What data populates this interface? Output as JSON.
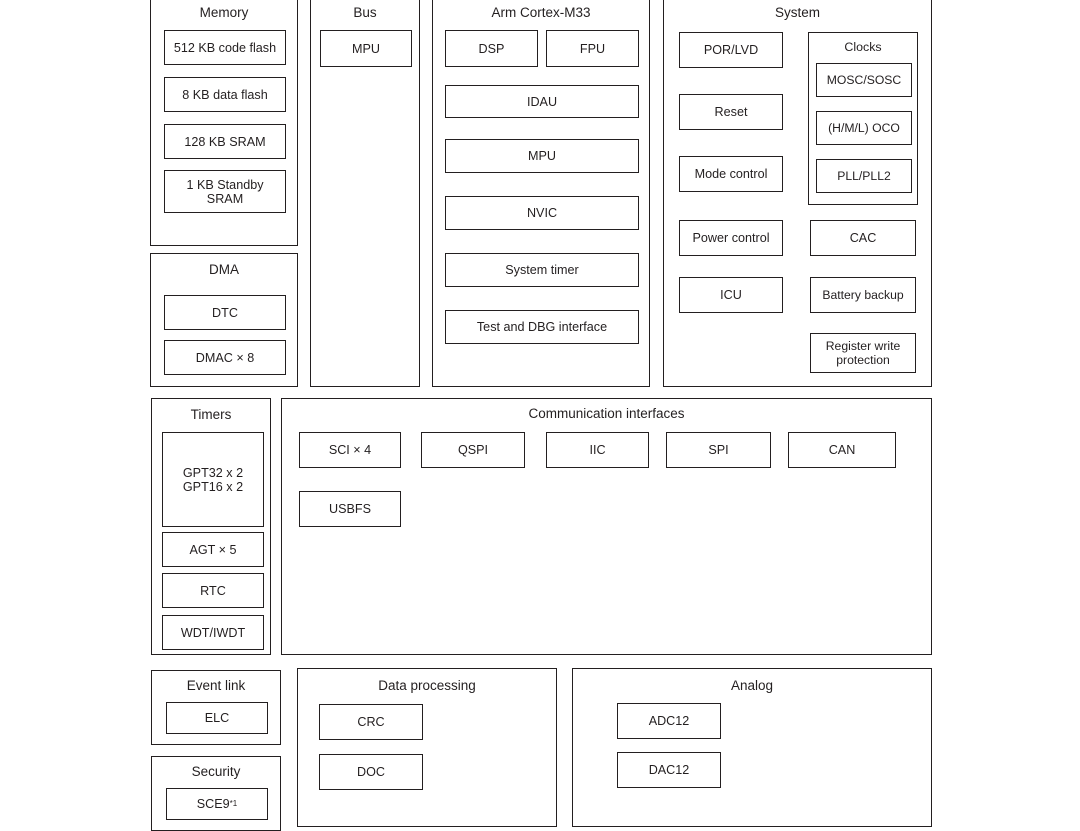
{
  "diagram": {
    "type": "mcu-block-diagram",
    "groups": [
      {
        "id": "memory",
        "title": "Memory",
        "blocks": [
          {
            "id": "code-flash",
            "label": "512 KB code flash"
          },
          {
            "id": "data-flash",
            "label": "8 KB data flash"
          },
          {
            "id": "sram",
            "label": "128 KB SRAM"
          },
          {
            "id": "standby-sram",
            "label": "1 KB Standby\nSRAM"
          }
        ]
      },
      {
        "id": "bus",
        "title": "Bus",
        "blocks": [
          {
            "id": "bus-mpu",
            "label": "MPU"
          }
        ]
      },
      {
        "id": "arm-cortex-m33",
        "title": "Arm Cortex-M33",
        "blocks": [
          {
            "id": "dsp",
            "label": "DSP"
          },
          {
            "id": "fpu",
            "label": "FPU"
          },
          {
            "id": "idau",
            "label": "IDAU"
          },
          {
            "id": "core-mpu",
            "label": "MPU"
          },
          {
            "id": "nvic",
            "label": "NVIC"
          },
          {
            "id": "system-timer",
            "label": "System timer"
          },
          {
            "id": "test-dbg-interface",
            "label": "Test and DBG interface"
          }
        ]
      },
      {
        "id": "system",
        "title": "System",
        "blocks": [
          {
            "id": "por-lvd",
            "label": "POR/LVD"
          },
          {
            "id": "reset",
            "label": "Reset"
          },
          {
            "id": "mode-control",
            "label": "Mode control"
          },
          {
            "id": "power-control",
            "label": "Power control"
          },
          {
            "id": "icu",
            "label": "ICU"
          },
          {
            "id": "cac",
            "label": "CAC"
          },
          {
            "id": "battery-backup",
            "label": "Battery backup"
          },
          {
            "id": "register-write-protection",
            "label": "Register write\nprotection"
          }
        ],
        "subgroups": [
          {
            "id": "clocks",
            "title": "Clocks",
            "blocks": [
              {
                "id": "mosc-sosc",
                "label": "MOSC/SOSC"
              },
              {
                "id": "hml-oco",
                "label": "(H/M/L) OCO"
              },
              {
                "id": "pll-pll2",
                "label": "PLL/PLL2"
              }
            ]
          }
        ]
      },
      {
        "id": "dma",
        "title": "DMA",
        "blocks": [
          {
            "id": "dtc",
            "label": "DTC"
          },
          {
            "id": "dmac",
            "label": "DMAC × 8"
          }
        ]
      },
      {
        "id": "timers",
        "title": "Timers",
        "blocks": [
          {
            "id": "gpt",
            "label": "GPT32 x 2\nGPT16 x 2"
          },
          {
            "id": "agt",
            "label": "AGT × 5"
          },
          {
            "id": "rtc",
            "label": "RTC"
          },
          {
            "id": "wdt-iwdt",
            "label": "WDT/IWDT"
          }
        ]
      },
      {
        "id": "communication-interfaces",
        "title": "Communication interfaces",
        "blocks": [
          {
            "id": "sci",
            "label": "SCI × 4"
          },
          {
            "id": "qspi",
            "label": "QSPI"
          },
          {
            "id": "iic",
            "label": "IIC"
          },
          {
            "id": "spi",
            "label": "SPI"
          },
          {
            "id": "can",
            "label": "CAN"
          },
          {
            "id": "usbfs",
            "label": "USBFS"
          }
        ]
      },
      {
        "id": "event-link",
        "title": "Event link",
        "blocks": [
          {
            "id": "elc",
            "label": "ELC"
          }
        ]
      },
      {
        "id": "security",
        "title": "Security",
        "blocks": [
          {
            "id": "sce9",
            "label": "SCE9",
            "superscript": "*1"
          }
        ]
      },
      {
        "id": "data-processing",
        "title": "Data processing",
        "blocks": [
          {
            "id": "crc",
            "label": "CRC"
          },
          {
            "id": "doc",
            "label": "DOC"
          }
        ]
      },
      {
        "id": "analog",
        "title": "Analog",
        "blocks": [
          {
            "id": "adc12",
            "label": "ADC12"
          },
          {
            "id": "dac12",
            "label": "DAC12"
          }
        ]
      }
    ]
  },
  "colors": {
    "stroke": "#231f20",
    "background": "#ffffff",
    "text": "#231f20"
  }
}
